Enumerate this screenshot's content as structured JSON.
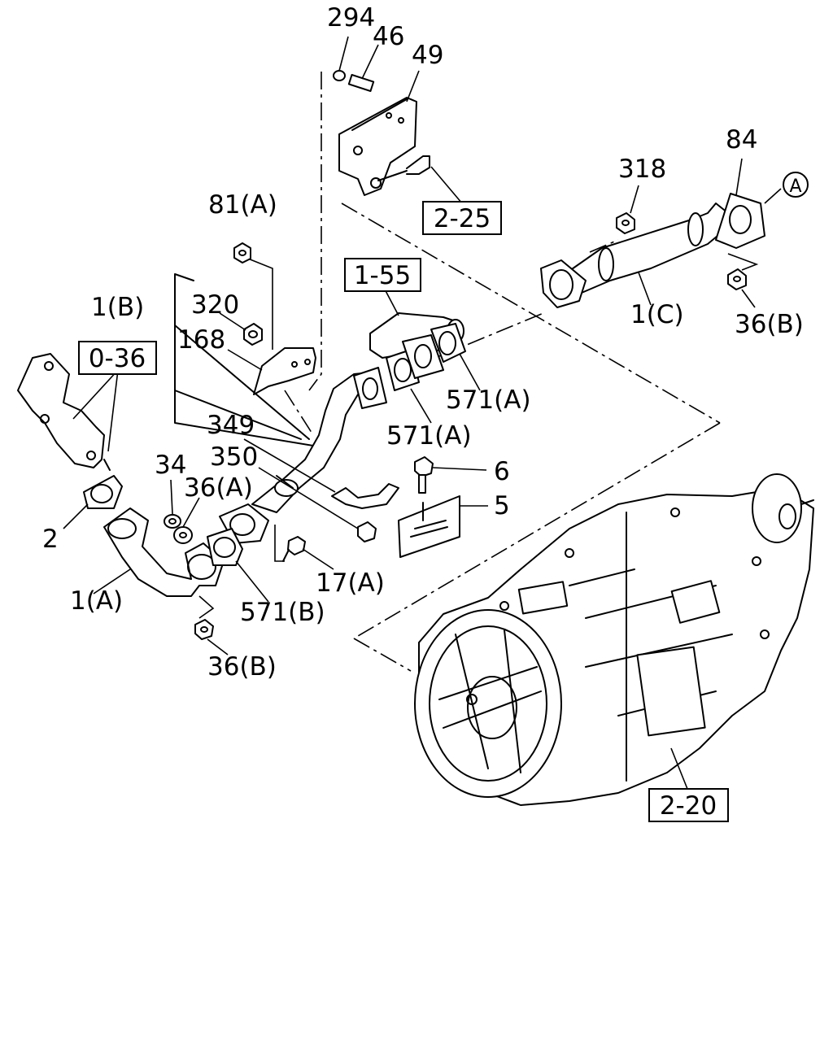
{
  "labels": {
    "l294": "294",
    "l46": "46",
    "l49": "49",
    "l81a": "81(A)",
    "l84": "84",
    "l318": "318",
    "l1b": "1(B)",
    "l320": "320",
    "l168": "168",
    "l1c": "1(C)",
    "l36b_top": "36(B)",
    "l571a_1": "571(A)",
    "l571a_2": "571(A)",
    "l349": "349",
    "l350": "350",
    "l34": "34",
    "l36a": "36(A)",
    "l6": "6",
    "l5": "5",
    "l2": "2",
    "l17a": "17(A)",
    "l1a": "1(A)",
    "l571b": "571(B)",
    "l36b_bottom": "36(B)"
  },
  "refs": {
    "r036": "0-36",
    "r155": "1-55",
    "r225": "2-25",
    "r220": "2-20"
  },
  "circle_marker": "A"
}
